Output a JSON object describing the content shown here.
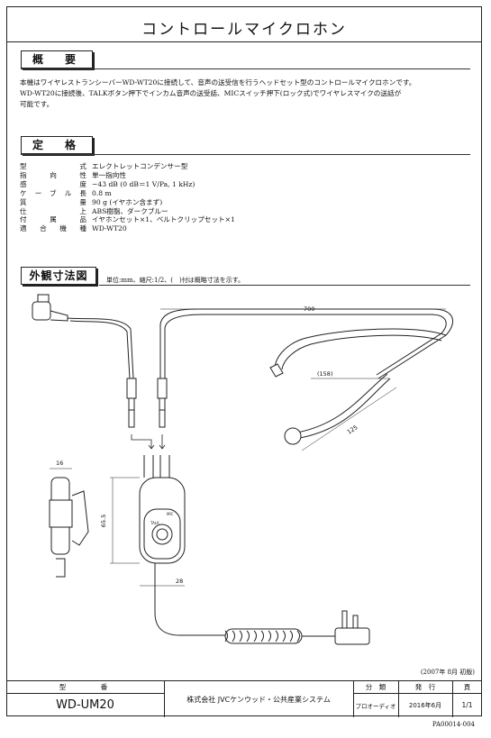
{
  "document": {
    "title": "コントロールマイクロホン",
    "overview": {
      "heading": "概　要",
      "text_line1": "本機はワイヤレストランシーバーWD-WT20に接続して、音声の送受信を行うヘッドセット型のコントロールマイクロホンです。",
      "text_line2": "WD-WT20に接続後、TALKボタン押下でインカム音声の送受話、MICスイッチ押下(ロック式)でワイヤレスマイクの送話が",
      "text_line3": "可能です。"
    },
    "specs": {
      "heading": "定　格",
      "rows": [
        {
          "label": "型式",
          "value": "エレクトレットコンデンサー型"
        },
        {
          "label": "指向性",
          "value": "単一指向性"
        },
        {
          "label": "感度",
          "value": "−43 dB (0 dB＝1 V/Pa, 1 kHz)"
        },
        {
          "label": "ケーブル長",
          "value": "0.8 m"
        },
        {
          "label": "質量",
          "value": "90 g (イヤホン含まず)"
        },
        {
          "label": "仕上",
          "value": "ABS樹脂、ダークブルー"
        },
        {
          "label": "付属品",
          "value": "イヤホンセット×1、ベルトクリップセット×1"
        },
        {
          "label": "適合機種",
          "value": "WD-WT20"
        }
      ]
    },
    "dimensions": {
      "heading": "外観寸法図",
      "note": "単位:mm、縮尺:1/2、(　)付は概略寸法を示す。",
      "labels": {
        "length_700": "700",
        "length_158": "(158)",
        "length_125": "125",
        "width_16": "16",
        "height_65_5": "65.5",
        "width_28": "28",
        "mic_label": "MIC",
        "talk_label": "TALK"
      }
    },
    "edition": "(2007年 8月 初版)",
    "footer": {
      "model_header": "型　　　番",
      "model": "WD-UM20",
      "company": "株式会社 JVCケンウッド・公共産業システム",
      "class_header": "分　類",
      "class_value": "プロオーディオ",
      "issue_header": "発　行",
      "issue_value": "2016年6月",
      "page_header": "頁",
      "page_value": "1/1"
    },
    "doc_number": "PA00014-004"
  }
}
